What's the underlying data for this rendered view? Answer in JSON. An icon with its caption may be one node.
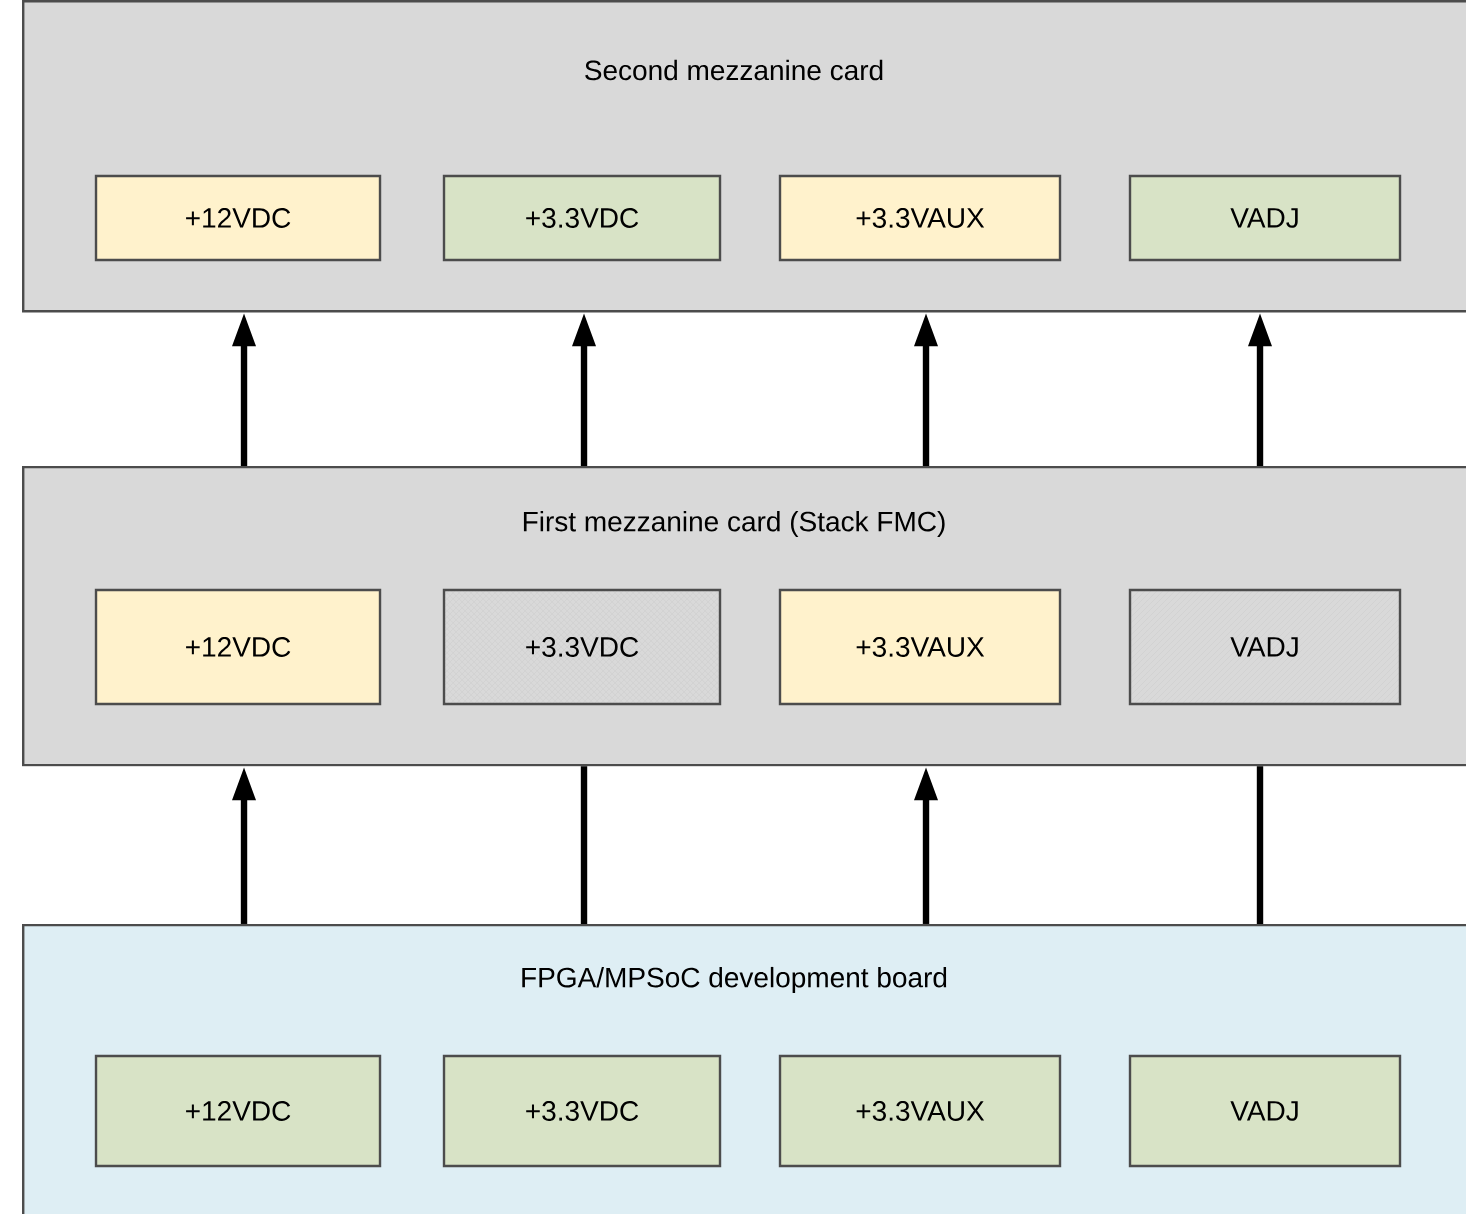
{
  "diagram": {
    "nodes": [
      {
        "text": [
          "Second mezzanine card"
        ]
      },
      {
        "text": [
          "+12VDC"
        ],
        "in": 0
      },
      {
        "text": [
          "+3.3VDC"
        ],
        "in": 0
      },
      {
        "text": [
          "+3.3VAUX"
        ],
        "in": 0
      },
      {
        "text": [
          "VADJ"
        ],
        "in": 0
      },
      {
        "text": [
          "First mezzanine card (Stack FMC)"
        ]
      },
      {
        "text": [
          "+12VDC"
        ],
        "in": 5
      },
      {
        "text": [
          "+3.3VDC"
        ],
        "in": 5
      },
      {
        "text": [
          "+3.3VAUX"
        ],
        "in": 5
      },
      {
        "text": [
          "VADJ"
        ],
        "in": 5
      },
      {
        "text": [
          "FPGA/MPSoC development board"
        ]
      },
      {
        "text": [
          "+12VDC"
        ],
        "in": 10
      },
      {
        "text": [
          "+3.3VDC"
        ],
        "in": 10
      },
      {
        "text": [
          "+3.3VAUX"
        ],
        "in": 10
      },
      {
        "text": [
          "VADJ"
        ],
        "in": 10
      }
    ],
    "edges": [
      {
        "from": 10,
        "to": 5,
        "arrow": "to"
      },
      {
        "from": 10,
        "to": 5,
        "arrow": "none"
      },
      {
        "from": 10,
        "to": 5,
        "arrow": "to"
      },
      {
        "from": 10,
        "to": 5,
        "arrow": "none"
      },
      {
        "from": 5,
        "to": 0,
        "arrow": "to"
      },
      {
        "from": 5,
        "to": 0,
        "arrow": "to"
      },
      {
        "from": 5,
        "to": 0,
        "arrow": "to"
      },
      {
        "from": 5,
        "to": 0,
        "arrow": "to"
      }
    ]
  }
}
